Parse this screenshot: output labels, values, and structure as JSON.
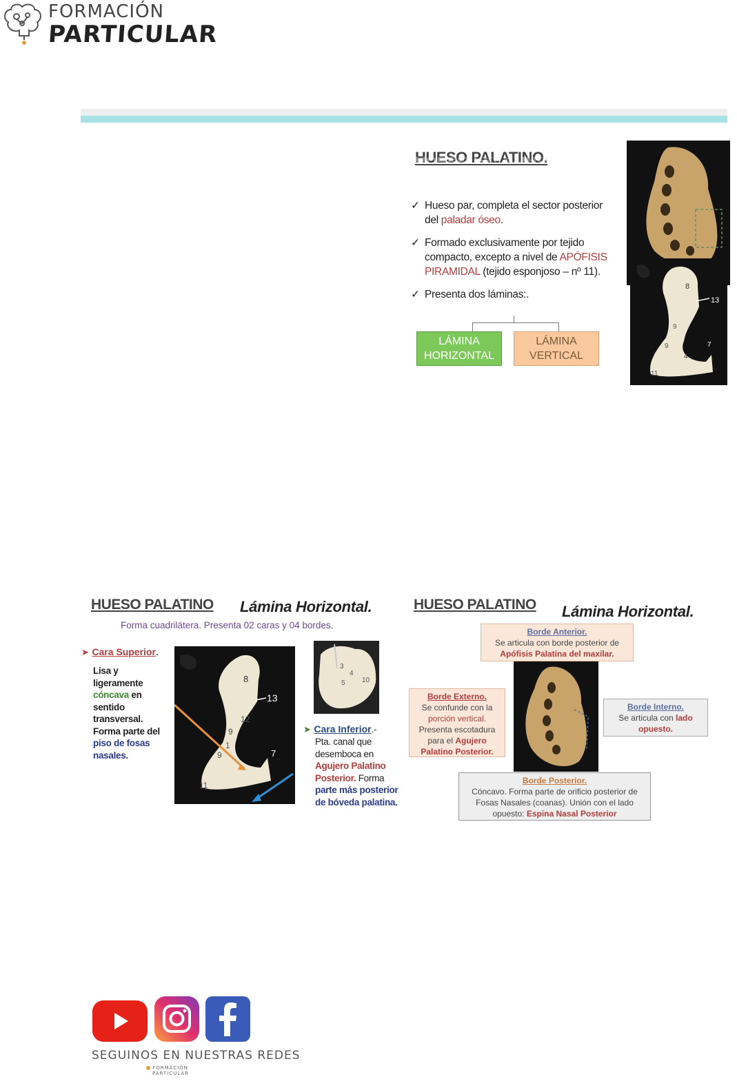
{
  "header": {
    "brand_top": "FORMACIÓN",
    "brand_bottom": "PARTICULAR"
  },
  "slide1": {
    "title": "HUESO PALATINO.",
    "bullet1": {
      "pre": "Hueso par, completa el sector posterior del ",
      "red": "paladar óseo",
      "post": "."
    },
    "bullet2": {
      "pre": "Formado exclusivamente por tejido compacto, excepto a nivel de ",
      "red": "APÓFISIS PIRAMIDAL",
      "post": " (tejido esponjoso – nº 11)."
    },
    "bullet3": {
      "text": "Presenta dos láminas:."
    },
    "box_left": [
      "LÁMINA",
      "HORIZONTAL"
    ],
    "box_right": [
      "LÁMINA",
      "VERTICAL"
    ],
    "photo_labels": [
      "8",
      "13",
      "9",
      "9",
      "4",
      "7",
      "11"
    ]
  },
  "slide2": {
    "title": "HUESO PALATINO",
    "subtitle": "Lámina Horizontal.",
    "description": "Forma cuadrilátera. Presenta 02 caras y 04 bordes.",
    "cara_superior": {
      "heading": "Cara Superior",
      "tail": ".",
      "t1": "Lisa y ligeramente ",
      "green": "cóncava",
      "t2": " en sentido transversal. Forma parte del ",
      "navy": "piso de fosas nasales."
    },
    "cara_inferior": {
      "heading": "Cara Inferior",
      "tail": ".-",
      "t1": "Pta. canal que desemboca en ",
      "red": "Agujero Palatino Posterior.",
      "t2": " Forma ",
      "navy": "parte más posterior de bóveda palatina."
    },
    "photo_labels": [
      "8",
      "13",
      "12",
      "9",
      "1",
      "9",
      "7",
      "11"
    ],
    "small_photo_labels": [
      "3",
      "4",
      "5",
      "10"
    ]
  },
  "slide3": {
    "title": "HUESO PALATINO",
    "subtitle": "Lámina Horizontal.",
    "borde_anterior": {
      "heading": "Borde Anterior.",
      "line1": "Se articula con borde posterior de",
      "line2": "Apófisis Palatina del maxilar."
    },
    "borde_externo": {
      "heading": "Borde Externo.",
      "line1": "Se confunde con la",
      "red": "porción vertical.",
      "line2": "Presenta escotadura para el ",
      "red2": "Agujero Palatino Posterior."
    },
    "borde_interno": {
      "heading": "Borde Interno.",
      "line1": "Se articula con ",
      "red": "lado opuesto."
    },
    "borde_posterior": {
      "heading": "Borde Posterior.",
      "line1": "Cóncavo. Forma parte de orificio posterior de Fosas Nasales (coanas). Unión con el lado opuesto: ",
      "red": "Espina Nasal Posterior"
    }
  },
  "footer": {
    "social_text": "SEGUINOS EN NUESTRAS REDES",
    "mini_brand_top": "FORMACIÓN",
    "mini_brand_bottom": "PARTICULAR"
  },
  "colors": {
    "accent_teal": "#a9e2e4",
    "red_text": "#b33d3d",
    "green_box": "#7cc95a",
    "peach_box": "#f9c99d",
    "youtube": "#e62117",
    "facebook": "#3b5bb8"
  }
}
